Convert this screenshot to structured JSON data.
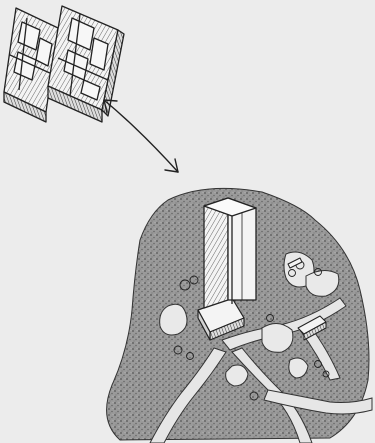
{
  "sketch": {
    "subjects": [
      "dense-block-city-grid",
      "double-headed-arrow",
      "tower-in-park-landscape"
    ],
    "colors": {
      "paper": "#ececec",
      "ink": "#222222",
      "stipple_fill": "#8d8d8d",
      "building_fill": "#f4f4f4",
      "path_fill": "#e6e6e6"
    }
  }
}
